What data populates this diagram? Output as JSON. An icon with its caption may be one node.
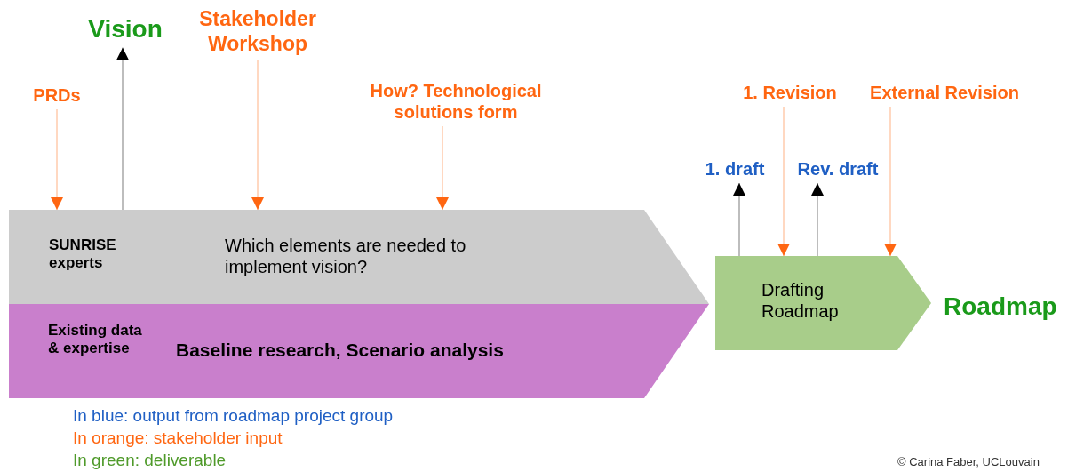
{
  "diagram": {
    "nodes": [
      {
        "text": [
          "SUNRISE experts",
          "Which elements are needed to implement vision?"
        ]
      },
      {
        "text": [
          "Existing data & expertise",
          "Baseline research, Scenario analysis"
        ]
      },
      {
        "text": [
          "Drafting Roadmap"
        ]
      },
      {
        "text": [
          "PRDs"
        ]
      },
      {
        "text": [
          "Vision"
        ]
      },
      {
        "text": [
          "Stakeholder Workshop"
        ]
      },
      {
        "text": [
          "How? Technological solutions form"
        ]
      },
      {
        "text": [
          "1. draft"
        ]
      },
      {
        "text": [
          "1. Revision"
        ]
      },
      {
        "text": [
          "Rev. draft"
        ]
      },
      {
        "text": [
          "External Revision"
        ]
      }
    ],
    "edges": [
      {
        "from": 3,
        "to": 0,
        "arrow": "to",
        "color": "#ff6611"
      },
      {
        "from": 0,
        "to": 4,
        "arrow": "to",
        "color": "#000000"
      },
      {
        "from": 5,
        "to": 0,
        "arrow": "to",
        "color": "#ff6611"
      },
      {
        "from": 6,
        "to": 0,
        "arrow": "to",
        "color": "#ff6611"
      },
      {
        "from": 2,
        "to": 7,
        "arrow": "to",
        "color": "#000000"
      },
      {
        "from": 8,
        "to": 2,
        "arrow": "to",
        "color": "#ff6611"
      },
      {
        "from": 2,
        "to": 9,
        "arrow": "to",
        "color": "#000000"
      },
      {
        "from": 10,
        "to": 2,
        "arrow": "to",
        "color": "#ff6611"
      }
    ],
    "labels": [
      "Roadmap",
      "© Carina Faber, UCLouvain"
    ],
    "legend": [
      {
        "text": "In blue: output from roadmap project group",
        "color": "#1f5fc4"
      },
      {
        "text": "In orange: stakeholder input",
        "color": "#ff6611"
      },
      {
        "text": "In green: deliverable",
        "color": "#4f9a2a"
      }
    ]
  }
}
